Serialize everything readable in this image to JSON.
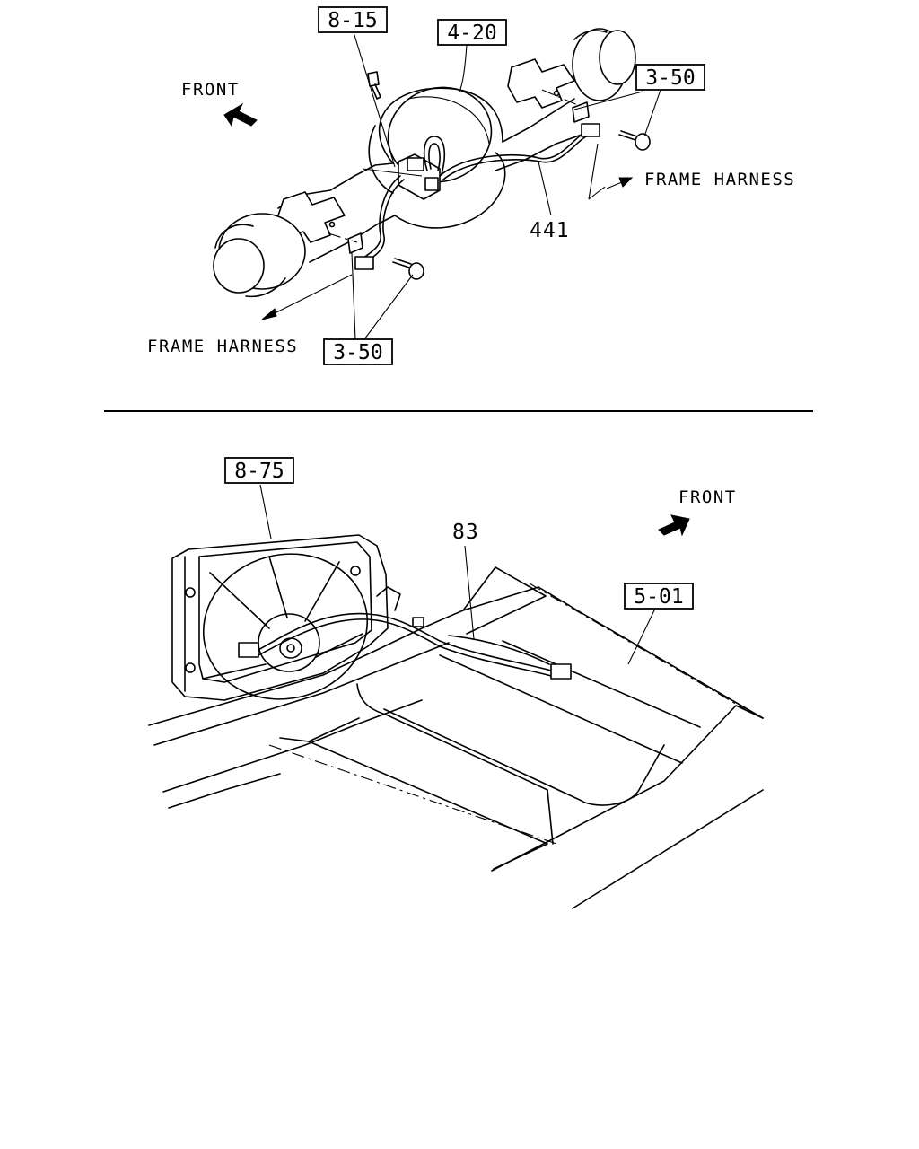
{
  "top_diagram": {
    "callouts": [
      "8-15",
      "4-20",
      "3-50",
      "3-50"
    ],
    "part_number": "441",
    "front_label": "FRONT",
    "frame_harness_right": "FRAME HARNESS",
    "frame_harness_left": "FRAME HARNESS"
  },
  "bottom_diagram": {
    "callouts": [
      "8-75",
      "5-01"
    ],
    "part_number": "83",
    "front_label": "FRONT"
  }
}
